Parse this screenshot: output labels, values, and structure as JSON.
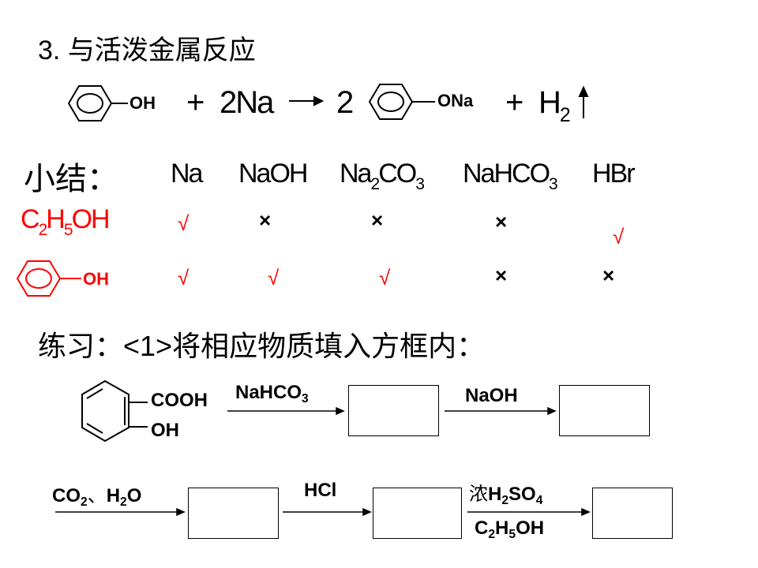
{
  "heading": {
    "number": "3.",
    "text": "与活泼金属反应"
  },
  "equation": {
    "oh": "OH",
    "plus1": "+",
    "coef_na": "2Na",
    "arrow": "→",
    "coef2": "2",
    "ona": "ONa",
    "plus2": "+",
    "h": "H",
    "h_sub": "2",
    "gas_arrow": "↑"
  },
  "summary": {
    "label": "小结：",
    "reagents": [
      {
        "main": "Na",
        "sub1": "",
        "mid": "",
        "sub2": ""
      },
      {
        "main": "NaOH",
        "sub1": "",
        "mid": "",
        "sub2": ""
      },
      {
        "main": "Na",
        "sub1": "2",
        "mid": "CO",
        "sub2": "3"
      },
      {
        "main": "NaHCO",
        "sub1": "3",
        "mid": "",
        "sub2": ""
      },
      {
        "main": "HBr",
        "sub1": "",
        "mid": "",
        "sub2": ""
      }
    ],
    "ethanol": {
      "c": "C",
      "s1": "2",
      "h": "H",
      "s2": "5",
      "oh": "OH"
    },
    "ethanol_marks": [
      "√",
      "×",
      "×",
      "×",
      "√"
    ],
    "phenol_label": "OH",
    "phenol_marks": [
      "√",
      "√",
      "√",
      "×",
      "×"
    ]
  },
  "exercise": {
    "label": "练习：<1>将相应物质填入方框内：",
    "cooh": "COOH",
    "oh": "OH",
    "r1": {
      "main": "NaHCO",
      "sub": "3"
    },
    "r2": "NaOH",
    "r3": {
      "co": "CO",
      "sub": "2",
      "sep": "、",
      "h": "H",
      "hsub": "2",
      "o": "O"
    },
    "r4": "HCl",
    "r5": {
      "nong": "浓",
      "h": "H",
      "hsub": "2",
      "so": "SO",
      "sosub": "4"
    },
    "r6": {
      "c": "C",
      "s1": "2",
      "h": "H",
      "s2": "5",
      "oh": "OH"
    }
  }
}
